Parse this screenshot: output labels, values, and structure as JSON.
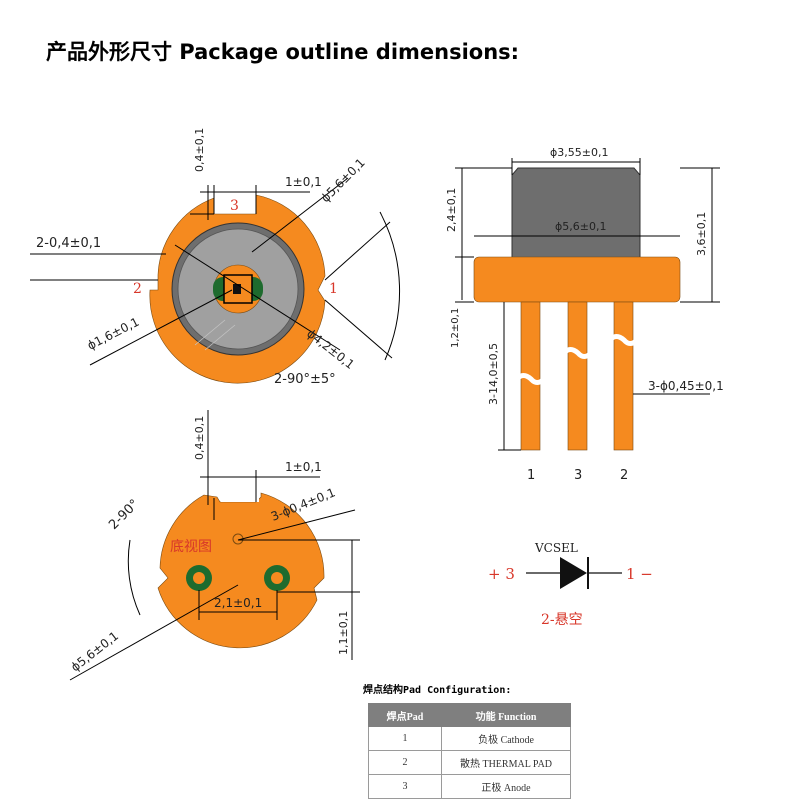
{
  "title": "产品外形尺寸 Package outline dimensions:",
  "colors": {
    "body": "#f58a1f",
    "cap": "#6e6e6e",
    "inner": "#a0a0a0",
    "pad_ring": "#1e6b2e",
    "label_red": "#d8372a"
  },
  "top_view": {
    "dims": {
      "notch_depth": "0,4±0,1",
      "notch_width": "1±0,1",
      "outer_dia": "ϕ5,6±0,1",
      "side_notches": "2-0,4±0,1",
      "chip_dia": "ϕ1,6±0,1",
      "cap_dia": "ϕ4,2±0,1",
      "angle": "2-90°±5°"
    },
    "pin_labels": {
      "top": "3",
      "left": "2",
      "right": "1"
    }
  },
  "side_view": {
    "dims": {
      "cap_dia": "ϕ3,55±0,1",
      "cap_height": "2,4±0,1",
      "flange_dia": "ϕ5,6±0,1",
      "total_height": "3,6±0,1",
      "flange_thickness": "1,2±0,1",
      "lead_length": "3-14,0±0,5",
      "lead_dia": "3-ϕ0,45±0,1"
    },
    "lead_labels": [
      "1",
      "3",
      "2"
    ]
  },
  "bottom_view": {
    "label": "底视图",
    "dims": {
      "notch_depth": "0,4±0,1",
      "notch_width": "1±0,1",
      "angle": "2-90°",
      "pad_dia": "3-ϕ0,4±0,1",
      "pad_spacing": "2,1±0,1",
      "pad_offset": "1,1±0,1",
      "outer_dia": "ϕ5,6±0,1"
    }
  },
  "schematic": {
    "device": "VCSEL",
    "anode": "+ 3",
    "cathode": "1 −",
    "floating": "2-悬空"
  },
  "pad_table": {
    "caption": "焊点结构Pad Configuration:",
    "headers": [
      "焊点Pad",
      "功能 Function"
    ],
    "rows": [
      {
        "pad": "1",
        "function": "负极 Cathode"
      },
      {
        "pad": "2",
        "function": "散热 THERMAL PAD"
      },
      {
        "pad": "3",
        "function": "正极 Anode"
      }
    ]
  }
}
